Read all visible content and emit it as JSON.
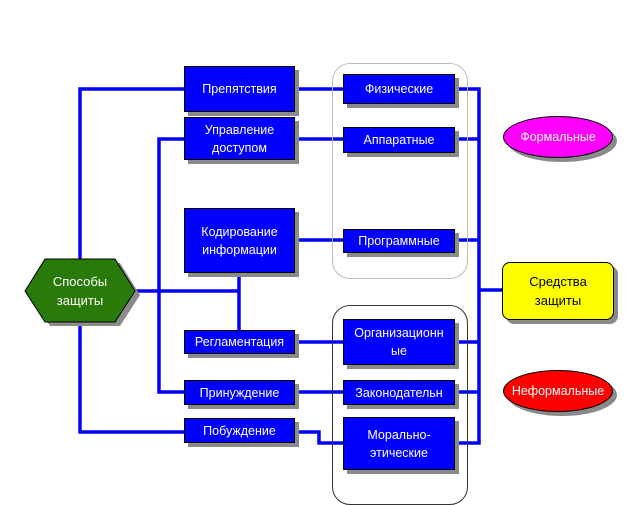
{
  "diagram": {
    "root": {
      "label": "Способы защиты",
      "lines": [
        "Способы",
        "защиты"
      ],
      "color": "#2a7a0a"
    },
    "methods": [
      {
        "id": "obstacles",
        "lines": [
          "Препятствия"
        ]
      },
      {
        "id": "access",
        "lines": [
          "Управление",
          "доступом"
        ]
      },
      {
        "id": "coding",
        "lines": [
          "Кодирование",
          "информации"
        ]
      },
      {
        "id": "regulation",
        "lines": [
          "Регламентация"
        ]
      },
      {
        "id": "coercion",
        "lines": [
          "Принуждение"
        ]
      },
      {
        "id": "motivation",
        "lines": [
          "Побуждение"
        ]
      }
    ],
    "means": [
      {
        "id": "physical",
        "lines": [
          "Физические"
        ],
        "group": "formal"
      },
      {
        "id": "hardware",
        "lines": [
          "Аппаратные"
        ],
        "group": "formal"
      },
      {
        "id": "software",
        "lines": [
          "Программные"
        ],
        "group": "formal"
      },
      {
        "id": "organizational",
        "lines": [
          "Организационн",
          "ые"
        ],
        "group": "informal"
      },
      {
        "id": "legislative",
        "lines": [
          "Законодательн"
        ],
        "group": "informal"
      },
      {
        "id": "moral",
        "lines": [
          "Морально-",
          "этические"
        ],
        "group": "informal"
      }
    ],
    "target": {
      "label": "Средства защиты",
      "lines": [
        "Средства",
        "защиты"
      ],
      "color": "#ffff00"
    },
    "categories": [
      {
        "id": "formal",
        "label": "Формальные",
        "color": "#ff00ff"
      },
      {
        "id": "informal",
        "label": "Неформальные",
        "color": "#ff0000"
      }
    ],
    "connections": [
      [
        "root",
        "obstacles"
      ],
      [
        "root",
        "access"
      ],
      [
        "root",
        "coding"
      ],
      [
        "root",
        "regulation"
      ],
      [
        "root",
        "coercion"
      ],
      [
        "root",
        "motivation"
      ],
      [
        "obstacles",
        "physical"
      ],
      [
        "access",
        "hardware"
      ],
      [
        "coding",
        "software"
      ],
      [
        "regulation",
        "organizational"
      ],
      [
        "coercion",
        "legislative"
      ],
      [
        "motivation",
        "moral"
      ],
      [
        "physical",
        "target"
      ],
      [
        "hardware",
        "target"
      ],
      [
        "software",
        "target"
      ],
      [
        "organizational",
        "target"
      ],
      [
        "legislative",
        "target"
      ],
      [
        "moral",
        "target"
      ]
    ],
    "colors": {
      "connector": "#0000ff",
      "box": "#0000ff",
      "shadow": "#8a8a8a"
    }
  }
}
